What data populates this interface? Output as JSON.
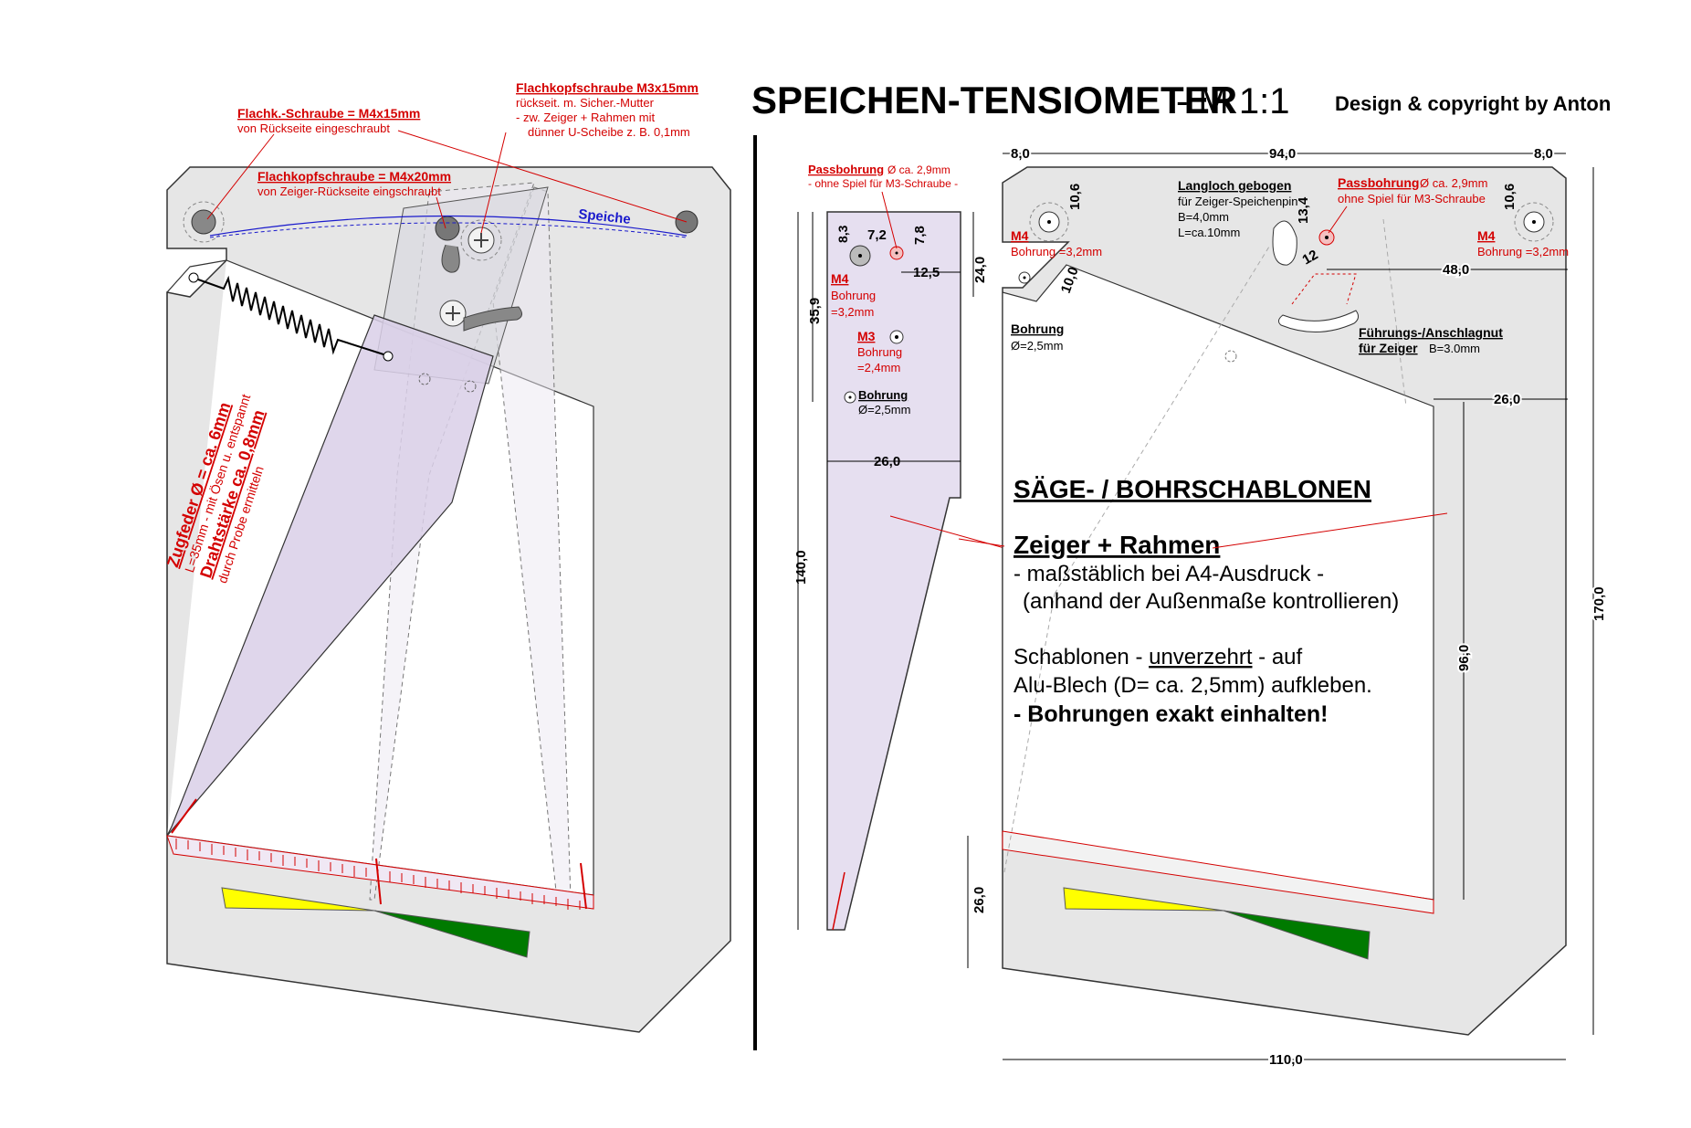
{
  "header": {
    "title_bold": "SPEICHEN-TENSIOMETER",
    "title_scale": "- M 1:1",
    "credit": "Design & copyright by Anton"
  },
  "left_assembly": {
    "screw_m4x15_title": "Flachk.-Schraube = M4x15mm",
    "screw_m4x15_note": "von Rückseite eingeschraubt",
    "screw_m4x20_title": "Flachkopfschraube = M4x20mm",
    "screw_m4x20_note": "von Zeiger-Rückseite eingschraubt",
    "screw_m3x15_title": "Flachkopfschraube M3x15mm",
    "screw_m3x15_note1": "rückseit. m. Sicher.-Mutter",
    "screw_m3x15_note2": "- zw. Zeiger + Rahmen mit",
    "screw_m3x15_note3": "dünner U-Scheibe z. B. 0,1mm",
    "spoke_label": "Speiche",
    "spring_line1": "Zugfeder Ø = ca. 6mm",
    "spring_line2": "L=35mm - mit Ösen u. entspannt",
    "spring_line3": "Drahtstärke ca. 0,8mm",
    "spring_line4": "durch Probe ermitteln"
  },
  "pointer_template": {
    "pass_title": "Passbohrung",
    "pass_size": "Ø ca. 2,9mm",
    "pass_note": "- ohne Spiel für M3-Schraube -",
    "dim_83": "8,3",
    "dim_72": "7,2",
    "dim_78": "7,8",
    "dim_125": "12,5",
    "dim_240": "24,0",
    "dim_359": "35,9",
    "dim_260": "26,0",
    "dim_1400": "140,0",
    "m4_title": "M4",
    "m4_line1": "Bohrung",
    "m4_line2": "=3,2mm",
    "m3_title": "M3",
    "m3_line1": "Bohrung",
    "m3_line2": "=2,4mm",
    "hole_title": "Bohrung",
    "hole_size": "Ø=2,5mm"
  },
  "frame_template": {
    "dim_8_left": "8,0",
    "dim_94": "94,0",
    "dim_8_right": "8,0",
    "dim_106_left": "10,6",
    "dim_106_right": "10,6",
    "dim_134": "13,4",
    "dim_12": "12",
    "dim_48": "48,0",
    "dim_100": "10,0",
    "dim_26_top": "26,0",
    "dim_96": "96,0",
    "dim_170": "170,0",
    "dim_26_bottom": "26,0",
    "dim_110": "110,0",
    "m4_left_title": "M4",
    "m4_left_text": "Bohrung =3,2mm",
    "m4_right_title": "M4",
    "m4_right_text": "Bohrung =3,2mm",
    "slot_title": "Langloch gebogen",
    "slot_line1": "für Zeiger-Speichenpin",
    "slot_line2": "B=4,0mm",
    "slot_line3": "L=ca.10mm",
    "pass_title": "Passbohrung",
    "pass_size": "Ø ca. 2,9mm",
    "pass_note": "ohne Spiel für M3-Schraube",
    "hole_title": "Bohrung",
    "hole_size": "Ø=2,5mm",
    "groove_title": "Führungs-/Anschlagnut",
    "groove_for": "für Zeiger",
    "groove_width": "B=3.0mm"
  },
  "notes": {
    "heading": "SÄGE- / BOHRSCHABLONEN",
    "subheading": "Zeiger + Rahmen",
    "line1": "- maßstäblich bei A4-Ausdruck -",
    "line2": "(anhand der Außenmaße kontrollieren)",
    "line3_a": "Schablonen - ",
    "line3_u": "unverzehrt",
    "line3_b": " - auf",
    "line4": "Alu-Blech (D= ca. 2,5mm) aufkleben.",
    "line5": "- Bohrungen exakt einhalten!"
  },
  "colors": {
    "frame_fill": "#e6e6e6",
    "pointer_fill": "#e6dff0",
    "annotation_red": "#d40000",
    "spoke_blue": "#1a1acc",
    "scale_yellow": "#ffff00",
    "scale_green": "#007a00"
  }
}
